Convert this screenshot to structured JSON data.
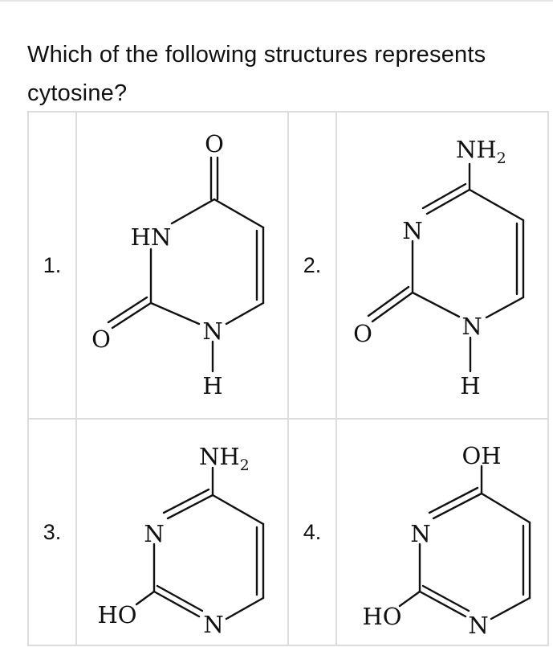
{
  "question": "Which of the following structures represents cytosine?",
  "options": [
    {
      "number": "1.",
      "atoms": {
        "top": "O",
        "left_n": "HN",
        "left_o": "O",
        "ring_n": "N",
        "h": "H"
      }
    },
    {
      "number": "2.",
      "atoms": {
        "top": "NH",
        "top_sub": "2",
        "left_n": "N",
        "left_o": "O",
        "ring_n": "N",
        "h": "H"
      }
    },
    {
      "number": "3.",
      "atoms": {
        "top": "NH",
        "top_sub": "2",
        "left_n": "N",
        "ho": "HO",
        "ring_n": "N"
      }
    },
    {
      "number": "4.",
      "atoms": {
        "top": "OH",
        "left_n": "N",
        "ho": "HO",
        "ring_n": "N"
      }
    }
  ]
}
